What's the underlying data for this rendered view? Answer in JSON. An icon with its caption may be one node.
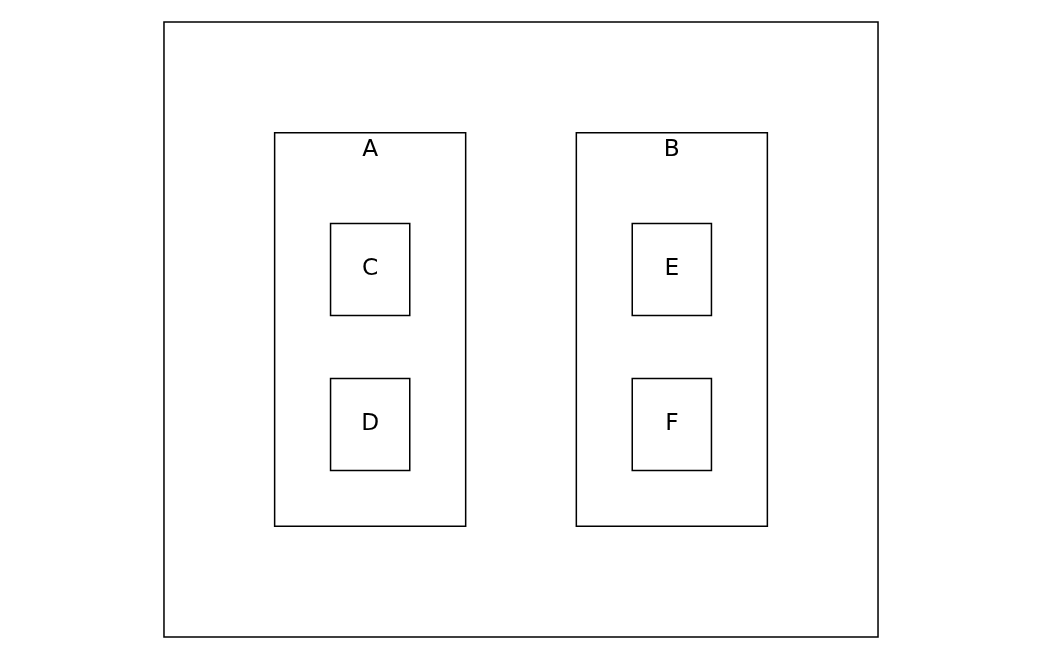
{
  "diagram": {
    "nodes": [
      {
        "text": [],
        "shape": "box"
      },
      {
        "text": [
          "A"
        ],
        "in": 0
      },
      {
        "text": [
          "B"
        ],
        "in": 0
      },
      {
        "text": [
          "C"
        ],
        "in": 1
      },
      {
        "text": [
          "D"
        ],
        "in": 1
      },
      {
        "text": [
          "E"
        ],
        "in": 2
      },
      {
        "text": [
          "F"
        ],
        "in": 2
      }
    ]
  }
}
